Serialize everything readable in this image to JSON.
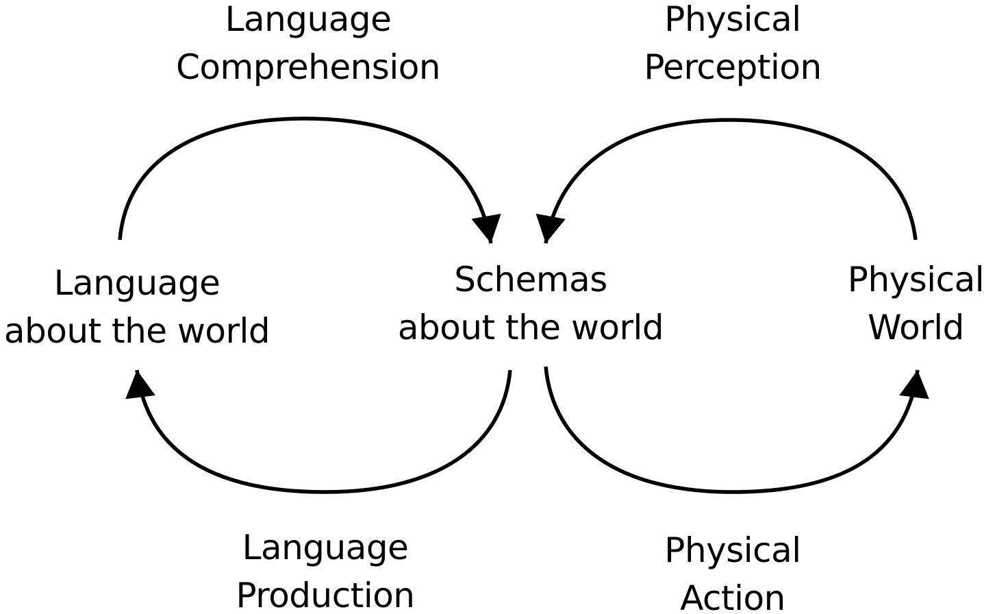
{
  "diagram": {
    "nodes": {
      "language_about_world": {
        "line1": "Language",
        "line2": "about the world"
      },
      "schemas_about_world": {
        "line1": "Schemas",
        "line2": "about the world"
      },
      "physical_world": {
        "line1": "Physical",
        "line2": "World"
      }
    },
    "processes": {
      "language_comprehension": {
        "line1": "Language",
        "line2": "Comprehension"
      },
      "physical_perception": {
        "line1": "Physical",
        "line2": "Perception"
      },
      "language_production": {
        "line1": "Language",
        "line2": "Production"
      },
      "physical_action": {
        "line1": "Physical",
        "line2": "Action"
      }
    },
    "edges": [
      {
        "from": "language_about_world",
        "to": "schemas_about_world",
        "via": "language_comprehension"
      },
      {
        "from": "physical_world",
        "to": "schemas_about_world",
        "via": "physical_perception"
      },
      {
        "from": "schemas_about_world",
        "to": "language_about_world",
        "via": "language_production"
      },
      {
        "from": "schemas_about_world",
        "to": "physical_world",
        "via": "physical_action"
      }
    ],
    "colors": {
      "stroke": "#000000",
      "text": "#000000",
      "background": "#ffffff"
    }
  }
}
